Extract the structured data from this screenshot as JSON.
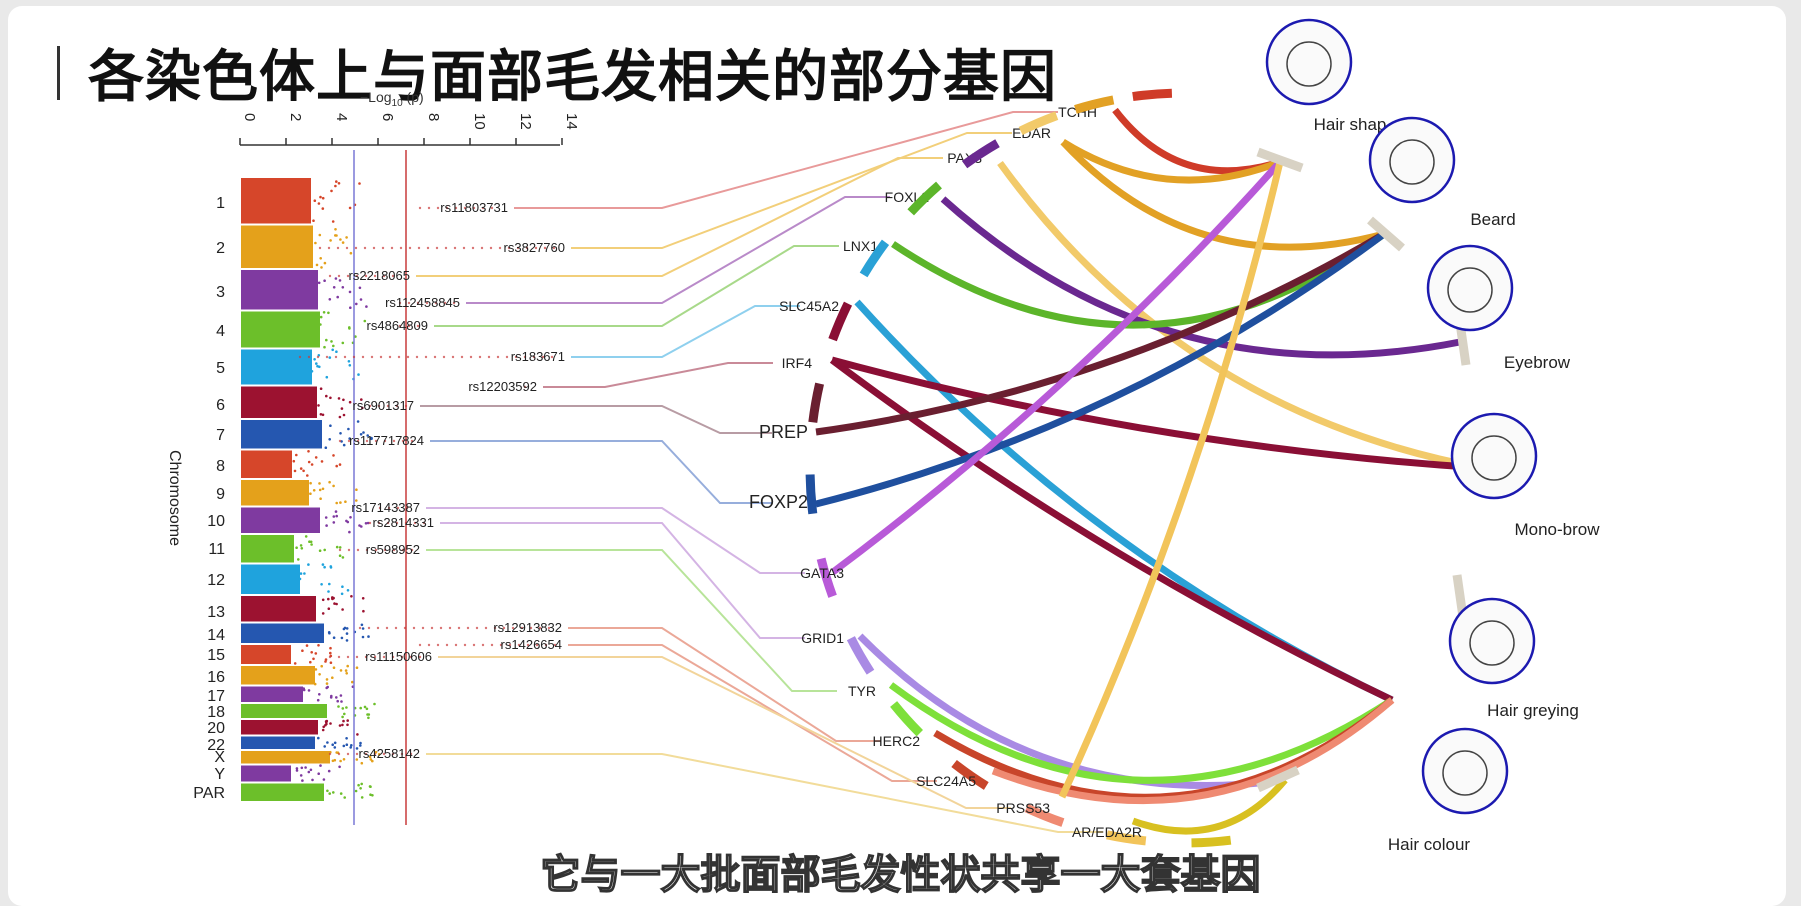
{
  "title": "各染色体上与面部毛发相关的部分基因",
  "subtitle": "它与一大批面部毛发性状共享一大套基因",
  "manhattan": {
    "axis_label": "−Log",
    "axis_sub": "10",
    "axis_suffix": " (p)",
    "y_label": "Chromosome",
    "ticks": [
      "0",
      "2",
      "4",
      "6",
      "8",
      "10",
      "12",
      "14"
    ],
    "chromosomes": [
      {
        "label": "1",
        "color": "#d6462a"
      },
      {
        "label": "2",
        "color": "#e4a11b"
      },
      {
        "label": "3",
        "color": "#7f3aa0"
      },
      {
        "label": "4",
        "color": "#6cbf2a"
      },
      {
        "label": "5",
        "color": "#1fa3dd"
      },
      {
        "label": "6",
        "color": "#9c1230"
      },
      {
        "label": "7",
        "color": "#2557b0"
      },
      {
        "label": "8",
        "color": "#d6462a"
      },
      {
        "label": "9",
        "color": "#e4a11b"
      },
      {
        "label": "10",
        "color": "#7f3aa0"
      },
      {
        "label": "11",
        "color": "#6cbf2a"
      },
      {
        "label": "12",
        "color": "#1fa3dd"
      },
      {
        "label": "13",
        "color": "#9c1230"
      },
      {
        "label": "14",
        "color": "#2557b0"
      },
      {
        "label": "15",
        "color": "#d6462a"
      },
      {
        "label": "16",
        "color": "#e4a11b"
      },
      {
        "label": "17",
        "color": "#7f3aa0"
      },
      {
        "label": "18",
        "color": "#6cbf2a"
      },
      {
        "label": "20",
        "color": "#9c1230"
      },
      {
        "label": "22",
        "color": "#2557b0"
      },
      {
        "label": "X",
        "color": "#e4a11b"
      },
      {
        "label": "Y",
        "color": "#7f3aa0"
      },
      {
        "label": "PAR",
        "color": "#6cbf2a"
      }
    ]
  },
  "snps": [
    {
      "id": "rs11803731",
      "color": "#e89a9a"
    },
    {
      "id": "rs3827760",
      "color": "#f2cf7a"
    },
    {
      "id": "rs2218065",
      "color": "#f2cf7a"
    },
    {
      "id": "rs112458845",
      "color": "#b98ac9"
    },
    {
      "id": "rs4864809",
      "color": "#a8d98a"
    },
    {
      "id": "rs183671",
      "color": "#8fd0ee"
    },
    {
      "id": "rs12203592",
      "color": "#c98a98"
    },
    {
      "id": "rs6901317",
      "color": "#b89ca4"
    },
    {
      "id": "rs117717824",
      "color": "#97aedc"
    },
    {
      "id": "rs17143387",
      "color": "#d4b4e4"
    },
    {
      "id": "rs2814331",
      "color": "#d4b4e4"
    },
    {
      "id": "rs598952",
      "color": "#b8e49a"
    },
    {
      "id": "rs12913832",
      "color": "#eba898"
    },
    {
      "id": "rs1426654",
      "color": "#eba898"
    },
    {
      "id": "rs11150606",
      "color": "#f2d49a"
    },
    {
      "id": "rs4258142",
      "color": "#f2dc9a"
    }
  ],
  "genes": [
    {
      "name": "TCHH",
      "color": "#cf3b28"
    },
    {
      "name": "EDAR",
      "color": "#e2a125"
    },
    {
      "name": "PAX3",
      "color": "#f2ca6a"
    },
    {
      "name": "FOXL2",
      "color": "#6a2890"
    },
    {
      "name": "LNX1",
      "color": "#5cb52a"
    },
    {
      "name": "SLC45A2",
      "color": "#2aa1d6"
    },
    {
      "name": "IRF4",
      "color": "#8a0f35"
    },
    {
      "name": "PREP",
      "color": "#6a1f30"
    },
    {
      "name": "FOXP2",
      "color": "#1f4f9e"
    },
    {
      "name": "GATA3",
      "color": "#b85ad8"
    },
    {
      "name": "GRID1",
      "color": "#a98ae4"
    },
    {
      "name": "TYR",
      "color": "#7ee03a"
    },
    {
      "name": "HERC2",
      "color": "#c8452a"
    },
    {
      "name": "SLC24A5",
      "color": "#ef8a72"
    },
    {
      "name": "PRSS53",
      "color": "#f2c45a"
    },
    {
      "name": "AR/EDA2R",
      "color": "#d8c020"
    }
  ],
  "traits": [
    {
      "name": "Hair shap"
    },
    {
      "name": "Beard"
    },
    {
      "name": "Eyebrow"
    },
    {
      "name": "Mono-brow"
    },
    {
      "name": "Hair greying"
    },
    {
      "name": "Hair colour"
    }
  ]
}
